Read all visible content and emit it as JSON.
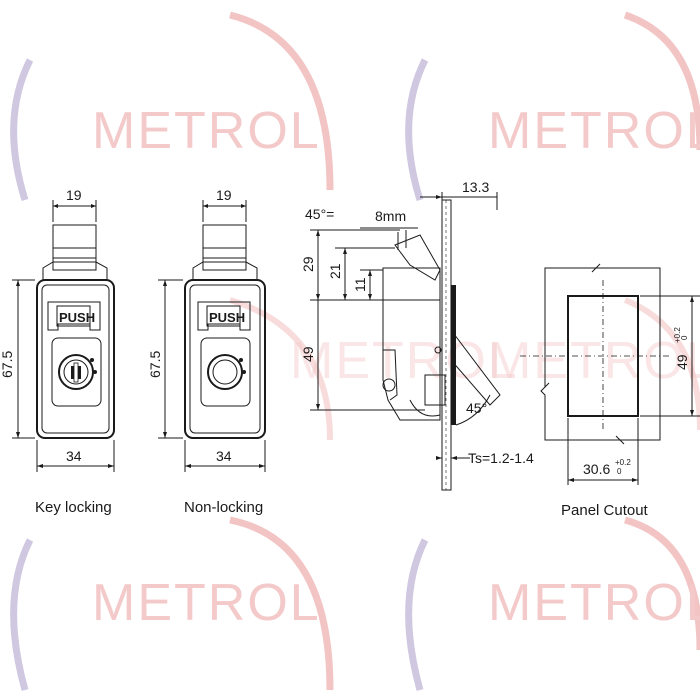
{
  "watermark": {
    "brand": "METROL",
    "tagline": "",
    "color": "#f4c9c9",
    "arc_color_left": "#c9c3dc",
    "arc_color_right": "#efb3b3"
  },
  "key_locking": {
    "caption": "Key locking",
    "dim_top": "19",
    "dim_height": "67.5",
    "dim_width": "34",
    "push_label": "PUSH"
  },
  "non_locking": {
    "caption": "Non-locking",
    "dim_top": "19",
    "dim_height": "67.5",
    "dim_width": "34",
    "push_label": "PUSH"
  },
  "side_view": {
    "dim_angle_top": "45°=",
    "dim_8mm": "8mm",
    "dim_13_3": "13.3",
    "dim_29": "29",
    "dim_21": "21",
    "dim_11": "11",
    "dim_49": "49",
    "dim_angle_bottom": "45°",
    "thickness": "Ts=1.2-1.4"
  },
  "panel_cutout": {
    "caption": "Panel Cutout",
    "width_value": "30.6",
    "width_tol_upper": "+0.2",
    "width_tol_lower": "0",
    "height_value": "49",
    "height_tol_upper": "+0.2",
    "height_tol_lower": "0"
  }
}
